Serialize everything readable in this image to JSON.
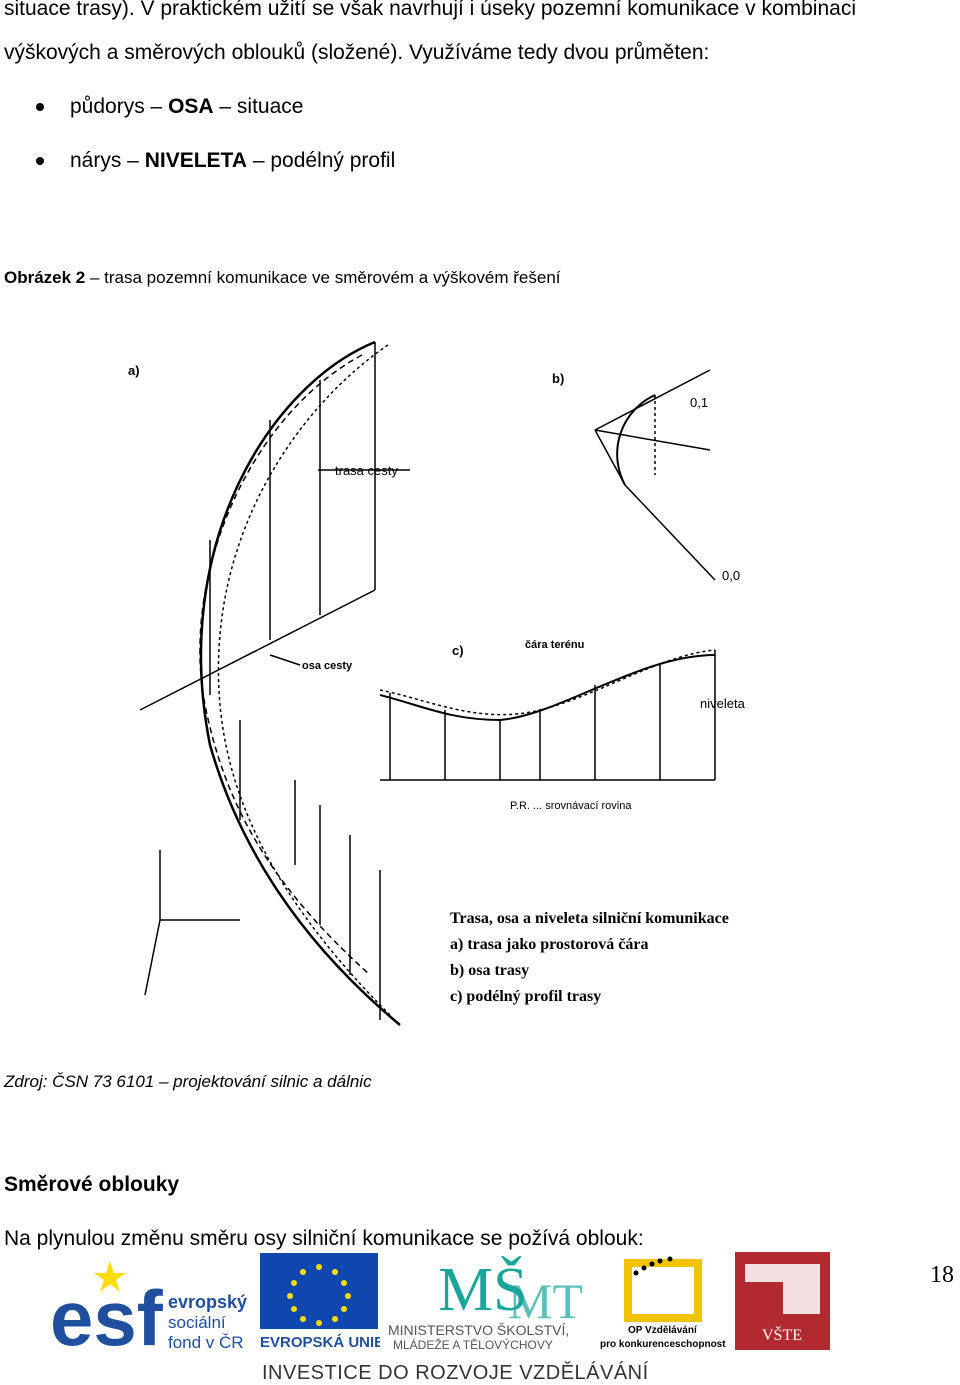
{
  "text": {
    "line1": "situace trasy). V praktickém užití se však navrhují i úseky pozemní komunikace v kombinaci",
    "line2": "výškových a směrových oblouků (složené). Využíváme tedy dvou průměten:",
    "bullet1_pre": "půdorys – ",
    "bullet1_bold": "OSA",
    "bullet1_post": " – situace",
    "bullet2_pre": "nárys – ",
    "bullet2_bold": "NIVELETA",
    "bullet2_post": " – podélný profil",
    "caption_bold": "Obrázek 2",
    "caption_rest": " – trasa pozemní komunikace ve směrovém a výškovém řešení",
    "source": "Zdroj: ČSN 73 6101 – projektování silnic a dálnic",
    "heading": "Směrové oblouky",
    "line_last": "Na plynulou změnu směru osy silniční komunikace se požívá oblouk:",
    "page_number": "18"
  },
  "figure": {
    "label_a": "a)",
    "label_b": "b)",
    "label_c": "c)",
    "trasa_cesty": "trasa cesty",
    "osa_cesty": "osa cesty",
    "cara_terenu": "čára terénu",
    "niveleta": "niveleta",
    "pr": "P.R. ... srovnávací rovina",
    "legend_title": "Trasa, osa a niveleta silniční komunikace",
    "legend_a": "a) trasa jako prostorová čára",
    "legend_b": "b) osa trasy",
    "legend_c": "c) podélný profil trasy",
    "dist1": "0,1",
    "dist0": "0,0"
  },
  "footer": {
    "esf_1": "evropský",
    "esf_2": "sociální",
    "esf_3": "fond v ČR",
    "eu": "EVROPSKÁ UNIE",
    "msmt_1": "MINISTERSTVO ŠKOLSTVÍ,",
    "msmt_2": "MLÁDEŽE A TĚLOVÝCHOVY",
    "op_1": "OP Vzdělávání",
    "op_2": "pro konkurenceschopnost",
    "vste": "VŠTE",
    "investice": "INVESTICE DO ROZVOJE VZDĚLÁVÁNÍ"
  },
  "colors": {
    "esf_blue": "#1f4f9d",
    "eu_blue": "#0f47af",
    "eu_star": "#ffdd00",
    "msmt_teal": "#1aa59a",
    "op_yellow": "#f2c400",
    "vste_red": "#b02a30"
  }
}
